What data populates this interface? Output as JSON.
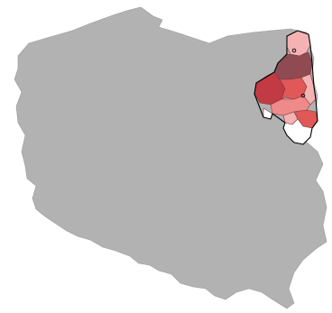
{
  "colors": {
    "background": "#ffffff",
    "country_fill": "#b2b2b2",
    "region_lightest": "#fbe3e3",
    "region_light": "#f4b2b2",
    "region_medium": "#ee8a8a",
    "region_strong": "#e05858",
    "region_dark": "#c23a44",
    "region_darkest": "#8f4a52",
    "region_white": "#ffffff",
    "outline": "#000000"
  },
  "map": {
    "country": "poland-silhouette",
    "highlighted_voivodeship": "podlaskie",
    "city_markers": 2
  }
}
